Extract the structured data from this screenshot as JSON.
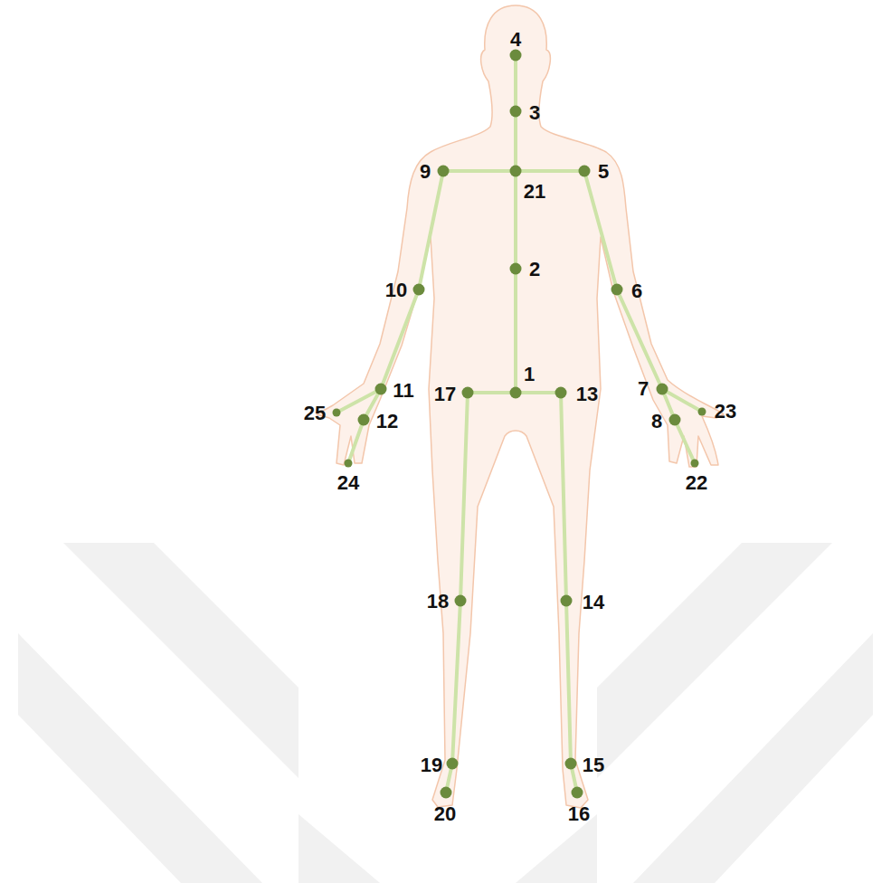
{
  "diagram": {
    "labels": [
      "4",
      "3",
      "9",
      "5",
      "21",
      "10",
      "2",
      "6",
      "1",
      "11",
      "17",
      "13",
      "7",
      "25",
      "23",
      "12",
      "8",
      "24",
      "22",
      "18",
      "14",
      "19",
      "15",
      "20",
      "16"
    ]
  }
}
